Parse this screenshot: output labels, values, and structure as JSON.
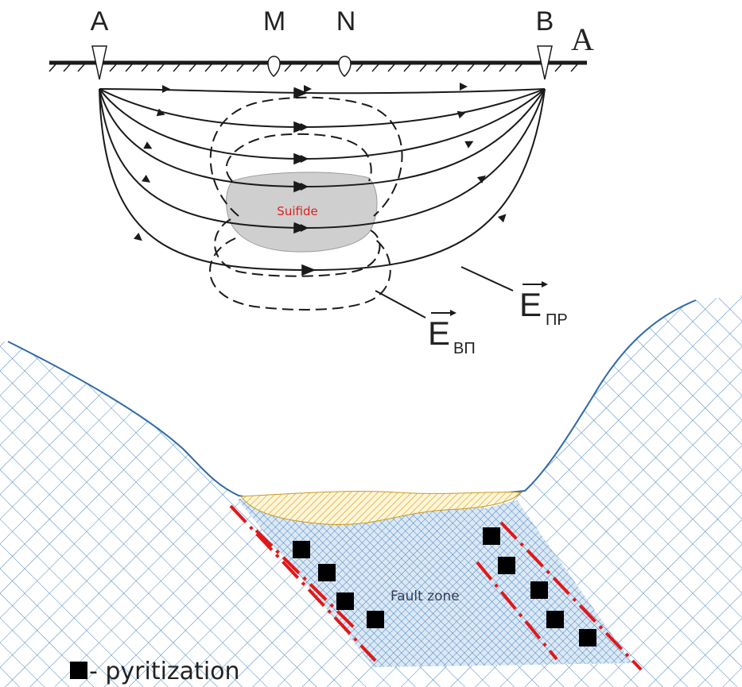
{
  "top_diagram": {
    "electrodes": {
      "a": "A",
      "m": "M",
      "n": "N",
      "b": "B"
    },
    "panel_label": "A",
    "body_label": "Suifide",
    "body_label_color": "#e02020",
    "field_secondary": {
      "letter": "E",
      "subscript": "ВП"
    },
    "field_primary": {
      "letter": "E",
      "subscript": "ПР"
    }
  },
  "bottom_diagram": {
    "fault_label": "Fault zone",
    "legend": {
      "marker": "■",
      "text": " - pyritization"
    },
    "colors": {
      "host_rock": "#3f7bb8",
      "fault_fill": "#cfe0f2",
      "sediment": "#e3b23c",
      "fault_boundary": "#e01818",
      "marker": "#000000"
    }
  }
}
